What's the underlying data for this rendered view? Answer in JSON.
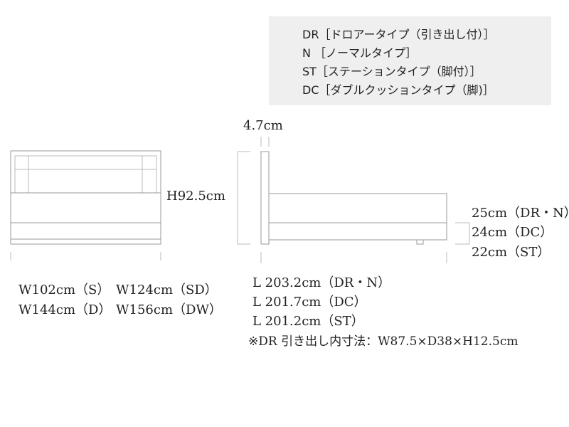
{
  "legend": [
    "DR［ドロアータイプ（引き出し付）］",
    "N ［ノーマルタイプ］",
    "ST［ステーションタイプ（脚付）］",
    "DC［ダブルクッションタイプ（脚)］"
  ],
  "dimensions": {
    "headboard_thickness": "4.7cm",
    "height": "H92.5cm",
    "widths": [
      "W102cm（S）",
      "W124cm（SD）",
      "W144cm（D）",
      "W156cm（DW）"
    ],
    "frame_heights": [
      "25cm（DR・N）",
      "24cm（DC）",
      "22cm（ST）"
    ],
    "lengths": [
      "L 203.2cm（DR・N）",
      "L 201.7cm（DC）",
      "L 201.2cm（ST）"
    ],
    "drawer_note": "※DR 引き出し内寸法：W87.5×D38×H12.5cm"
  }
}
